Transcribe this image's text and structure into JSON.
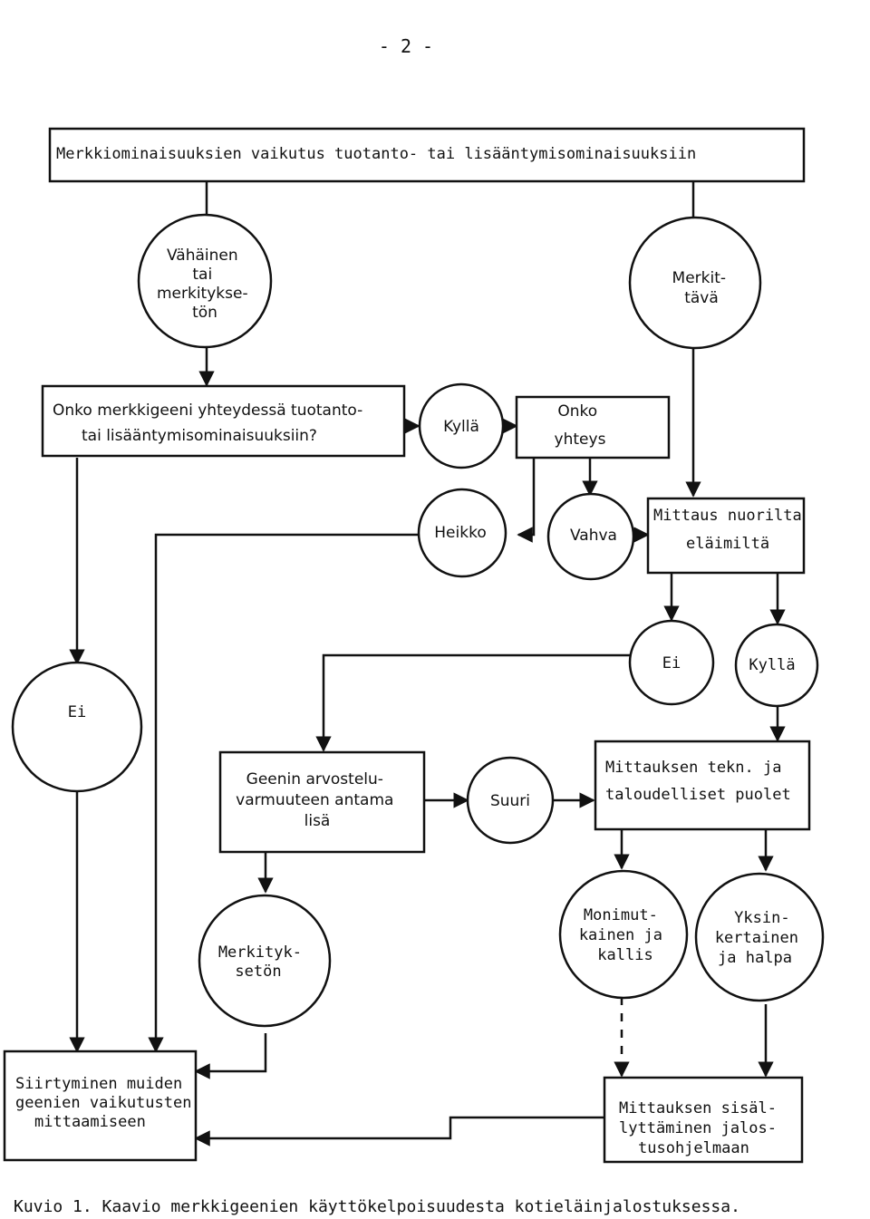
{
  "page_number": "- 2 -",
  "title_box": "Merkkiominaisuuksien vaikutus tuotanto- tai lisääntymisominaisuuksiin",
  "nodes": {
    "vahainen": [
      "Vähäinen",
      "tai",
      "merkitykse-",
      "tön"
    ],
    "merkittava": [
      "Merkit-",
      "tävä"
    ],
    "question": [
      "Onko merkkigeeni yhteydessä tuotanto-",
      "tai lisääntymisominaisuuksiin?"
    ],
    "kylla_top": "Kyllä",
    "onko_yhteys": [
      "Onko",
      "yhteys"
    ],
    "heikko": "Heikko",
    "vahva": "Vahva",
    "mittaus": [
      "Mittaus nuorilta",
      "eläimiltä"
    ],
    "ei_right": "Ei",
    "kylla_right": "Kyllä",
    "ei_left": "Ei",
    "geenin": [
      "Geenin arvostelu-",
      "varmuuteen antama",
      "lisä"
    ],
    "suuri": "Suuri",
    "mittauksen_tekn": [
      "Mittauksen tekn. ja",
      "taloudelliset puolet"
    ],
    "merkitykseton": [
      "Merkityk-",
      "setön"
    ],
    "monimutkainen": [
      "Monimut-",
      "kainen ja",
      "kallis"
    ],
    "yksinkertainen": [
      "Yksin-",
      "kertainen",
      "ja halpa"
    ],
    "siirtyminen": [
      "Siirtyminen muiden",
      "geenien vaikutusten",
      "mittaamiseen"
    ],
    "sisallyttaminen": [
      "Mittauksen sisäl-",
      "lyttäminen jalos-",
      "tusohjelmaan"
    ]
  },
  "caption": "Kuvio 1. Kaavio merkkigeenien käyttökelpoisuudesta kotieläinjalostuksessa."
}
